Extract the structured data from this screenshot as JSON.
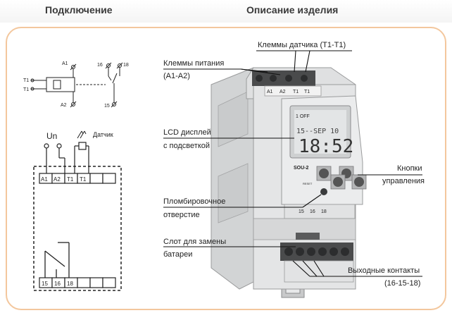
{
  "header": {
    "left_title": "Подключение",
    "right_title": "Описание изделия"
  },
  "colors": {
    "frame_border": "#f3c79d",
    "device_body": "#e2e3e3",
    "lcd": "#dfe1e2"
  },
  "schematic": {
    "term_a1": "A1",
    "term_a2": "A2",
    "term_t1_top": "T1",
    "term_t1_bottom": "T1",
    "contact_16": "16",
    "contact_18": "18",
    "contact_15": "15"
  },
  "wiring": {
    "supply_label": "Un",
    "sensor_label": "Датчик",
    "top_terminals": [
      "A1",
      "A2",
      "T1",
      "T1",
      "",
      ""
    ],
    "bottom_terminals": [
      "15",
      "16",
      "18",
      "",
      "",
      ""
    ]
  },
  "callouts": {
    "sensor_terminals": "Клеммы датчика (T1-T1)",
    "power_terminals_1": "Клеммы питания",
    "power_terminals_2": "(A1-A2)",
    "lcd_1": "LCD дисплей",
    "lcd_2": "с подсветкой",
    "seal_hole_1": "Пломбировочное",
    "seal_hole_2": "отверстие",
    "battery_slot_1": "Слот для замены",
    "battery_slot_2": "батареи",
    "control_buttons_1": "Кнопки",
    "control_buttons_2": "управления",
    "output_contacts_1": "Выходные контакты",
    "output_contacts_2": "(16-15-18)"
  },
  "device": {
    "top_terminal_labels": [
      "A1",
      "A2",
      "T1",
      "T1"
    ],
    "bottom_terminal_labels": [
      "15",
      "16",
      "18"
    ],
    "lcd_status": "1 OFF",
    "lcd_date": "15--SEP 10",
    "lcd_time": "18:52",
    "model": "SOU-2",
    "reset_label": "RESET"
  }
}
